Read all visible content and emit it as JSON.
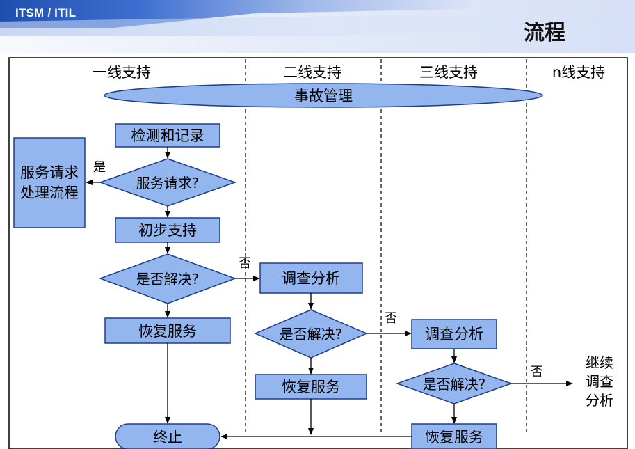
{
  "header": {
    "brand": "ITSM / ITIL",
    "title": "流程"
  },
  "diagram": {
    "lanes": [
      "一线支持",
      "二线支持",
      "三线支持",
      "n线支持"
    ],
    "incident_management": "事故管理",
    "nodes": {
      "detect_record": "检测和记录",
      "service_request_q": "服务请求?",
      "service_request_process": [
        "服务请求",
        "处理流程"
      ],
      "initial_support": "初步支持",
      "resolved_q1": "是否解决?",
      "restore_1": "恢复服务",
      "investigate_2": "调查分析",
      "resolved_q2": "是否解决?",
      "restore_2": "恢复服务",
      "investigate_3": "调查分析",
      "resolved_q3": "是否解决?",
      "restore_3": "恢复服务",
      "terminate": "终止",
      "continue_investigation": [
        "继续",
        "调查",
        "分析"
      ]
    },
    "edge_labels": {
      "yes": "是",
      "no": "否"
    }
  },
  "colors": {
    "box_fill": "#94b6ef",
    "stroke": "#1f3d8a",
    "ribbon": "#2d5cc0"
  }
}
